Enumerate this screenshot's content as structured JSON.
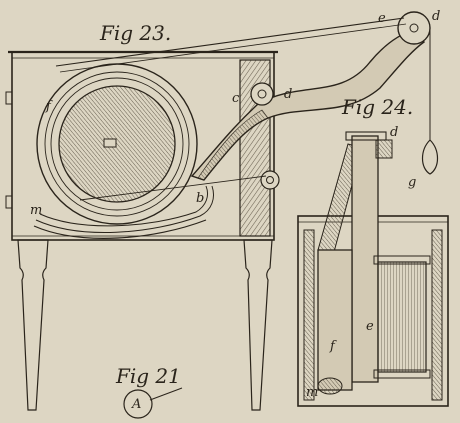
{
  "colors": {
    "paper": "#ddd6c3",
    "ink": "#2a241b",
    "hatch": "#6b6252"
  },
  "figures": {
    "fig23": "Fig 23.",
    "fig24": "Fig 24.",
    "fig21": "Fig 21"
  },
  "letters": {
    "fig23": {
      "c": "c",
      "d": "d",
      "e": "e",
      "d_top": "d",
      "f": "f",
      "b": "b",
      "m": "m"
    },
    "fig24": {
      "d": "d",
      "g": "g",
      "f": "f",
      "e": "e",
      "m": "m"
    },
    "fig21": {
      "a": "A"
    }
  }
}
